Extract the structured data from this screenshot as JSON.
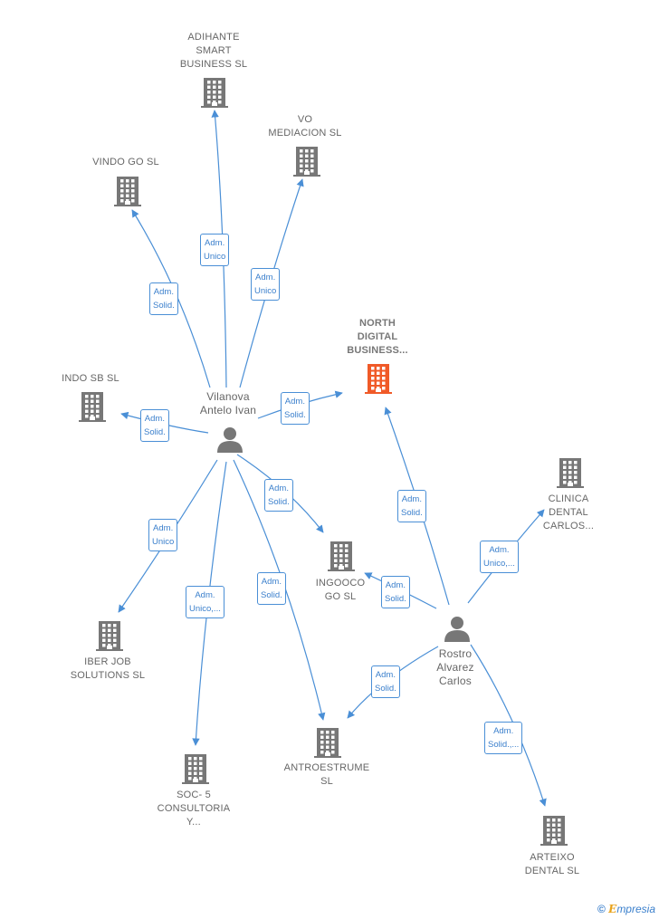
{
  "colors": {
    "edge": "#4a8fd6",
    "company": "#777777",
    "company_main": "#f05a28",
    "person": "#777777"
  },
  "nodes": [
    {
      "id": "adihante",
      "type": "company",
      "label": "ADIHANTE\nSMART\nBUSINESS  SL"
    },
    {
      "id": "vo",
      "type": "company",
      "label": "VO\nMEDIACION  SL"
    },
    {
      "id": "vindo",
      "type": "company",
      "label": "VINDO GO  SL"
    },
    {
      "id": "north",
      "type": "company_main",
      "label": "NORTH\nDIGITAL\nBUSINESS..."
    },
    {
      "id": "indo",
      "type": "company",
      "label": "INDO SB  SL"
    },
    {
      "id": "vilanova",
      "type": "person",
      "label": "Vilanova\nAntelo Ivan"
    },
    {
      "id": "clinica",
      "type": "company",
      "label": "CLINICA\nDENTAL\nCARLOS..."
    },
    {
      "id": "ingooco",
      "type": "company",
      "label": "INGOOCO\nGO  SL"
    },
    {
      "id": "iber",
      "type": "company",
      "label": "IBER JOB\nSOLUTIONS  SL"
    },
    {
      "id": "rostro",
      "type": "person",
      "label": "Rostro\nAlvarez\nCarlos"
    },
    {
      "id": "antro",
      "type": "company",
      "label": "ANTROESTRUME\nSL"
    },
    {
      "id": "soc",
      "type": "company",
      "label": "SOC- 5\nCONSULTORIA\nY..."
    },
    {
      "id": "arteixo",
      "type": "company",
      "label": "ARTEIXO\nDENTAL  SL"
    }
  ],
  "edges": [
    {
      "id": "e1",
      "label": "Adm.\nUnico"
    },
    {
      "id": "e2",
      "label": "Adm.\nUnico"
    },
    {
      "id": "e3",
      "label": "Adm.\nSolid."
    },
    {
      "id": "e4",
      "label": "Adm.\nSolid."
    },
    {
      "id": "e5",
      "label": "Adm.\nSolid."
    },
    {
      "id": "e6",
      "label": "Adm.\nSolid."
    },
    {
      "id": "e7",
      "label": "Adm.\nUnico"
    },
    {
      "id": "e8",
      "label": "Adm.\nUnico,..."
    },
    {
      "id": "e9",
      "label": "Adm.\nSolid."
    },
    {
      "id": "e10",
      "label": "Adm.\nSolid."
    },
    {
      "id": "e11",
      "label": "Adm.\nUnico,..."
    },
    {
      "id": "e12",
      "label": "Adm.\nSolid."
    },
    {
      "id": "e13",
      "label": "Adm.\nSolid."
    },
    {
      "id": "e14",
      "label": "Adm.\nSolid.,..."
    }
  ],
  "footer": {
    "copyright": "©",
    "brand_initial": "E",
    "brand_rest": "mpresia"
  }
}
